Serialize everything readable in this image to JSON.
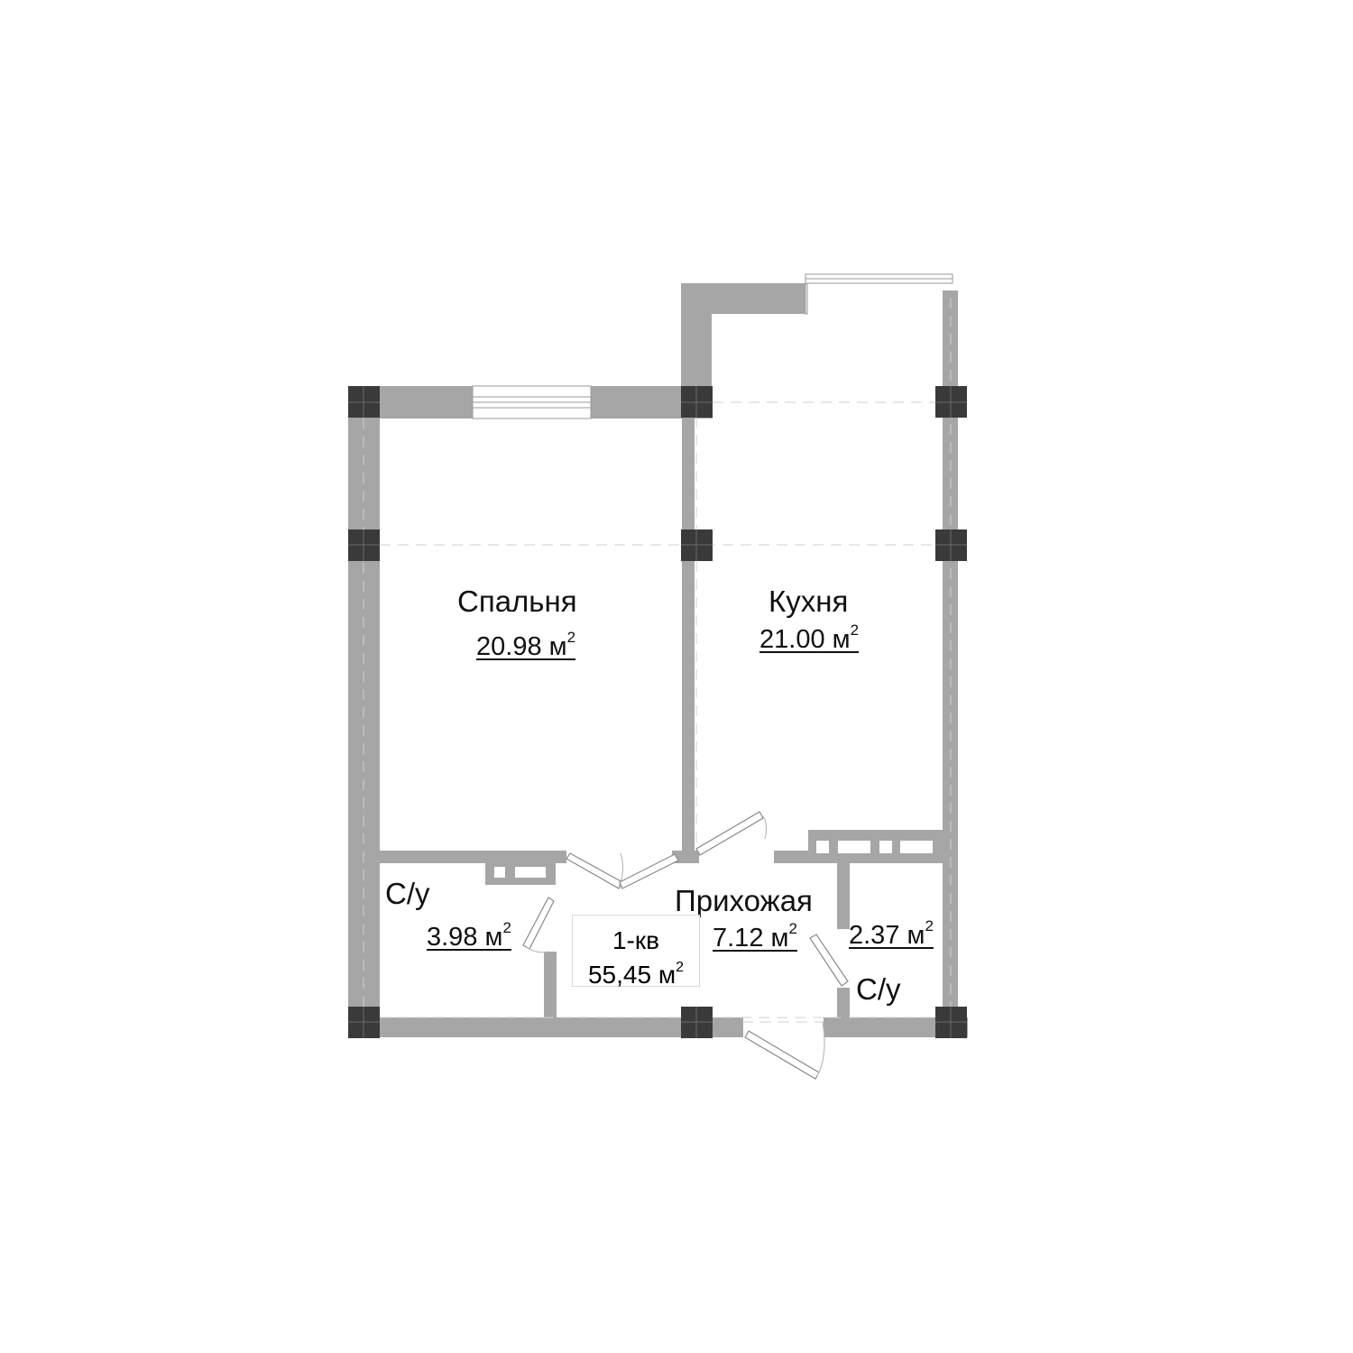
{
  "plan": {
    "apartment": {
      "label": "1-кв",
      "area_value": "55,45 м",
      "area_sup": "2"
    },
    "rooms": [
      {
        "name": "Спальня",
        "area_value": "20.98 м",
        "area_sup": "2"
      },
      {
        "name": "Кухня",
        "area_value": "21.00 м",
        "area_sup": "2"
      },
      {
        "name": "Прихожая",
        "area_value": "7.12 м",
        "area_sup": "2"
      },
      {
        "name": "С/у",
        "area_value": "3.98 м",
        "area_sup": "2"
      },
      {
        "name": "С/у",
        "area_value": "2.37 м",
        "area_sup": "2"
      }
    ]
  },
  "colors": {
    "wall": "#a6a6a6",
    "column": "#3a3a3a",
    "column_mark": "#6a6a6a",
    "dashed_line": "#cfcfcf",
    "window": "#ffffff",
    "text": "#111111"
  }
}
